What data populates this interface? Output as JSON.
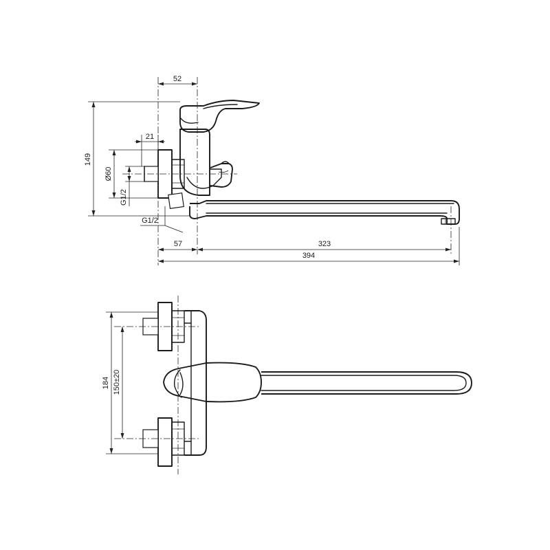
{
  "top_view": {
    "dim_top_offset": "52",
    "dim_height": "149",
    "dim_inlet_depth": "21",
    "dim_flange_dia": "Ø60",
    "dim_thread_inlet": "G1/2",
    "dim_thread_outlet": "G1/2",
    "dim_wall_offset": "57",
    "dim_spout_reach": "323",
    "dim_total_length": "394"
  },
  "bottom_view": {
    "dim_overall_height": "184",
    "dim_center_spacing": "150±20"
  }
}
